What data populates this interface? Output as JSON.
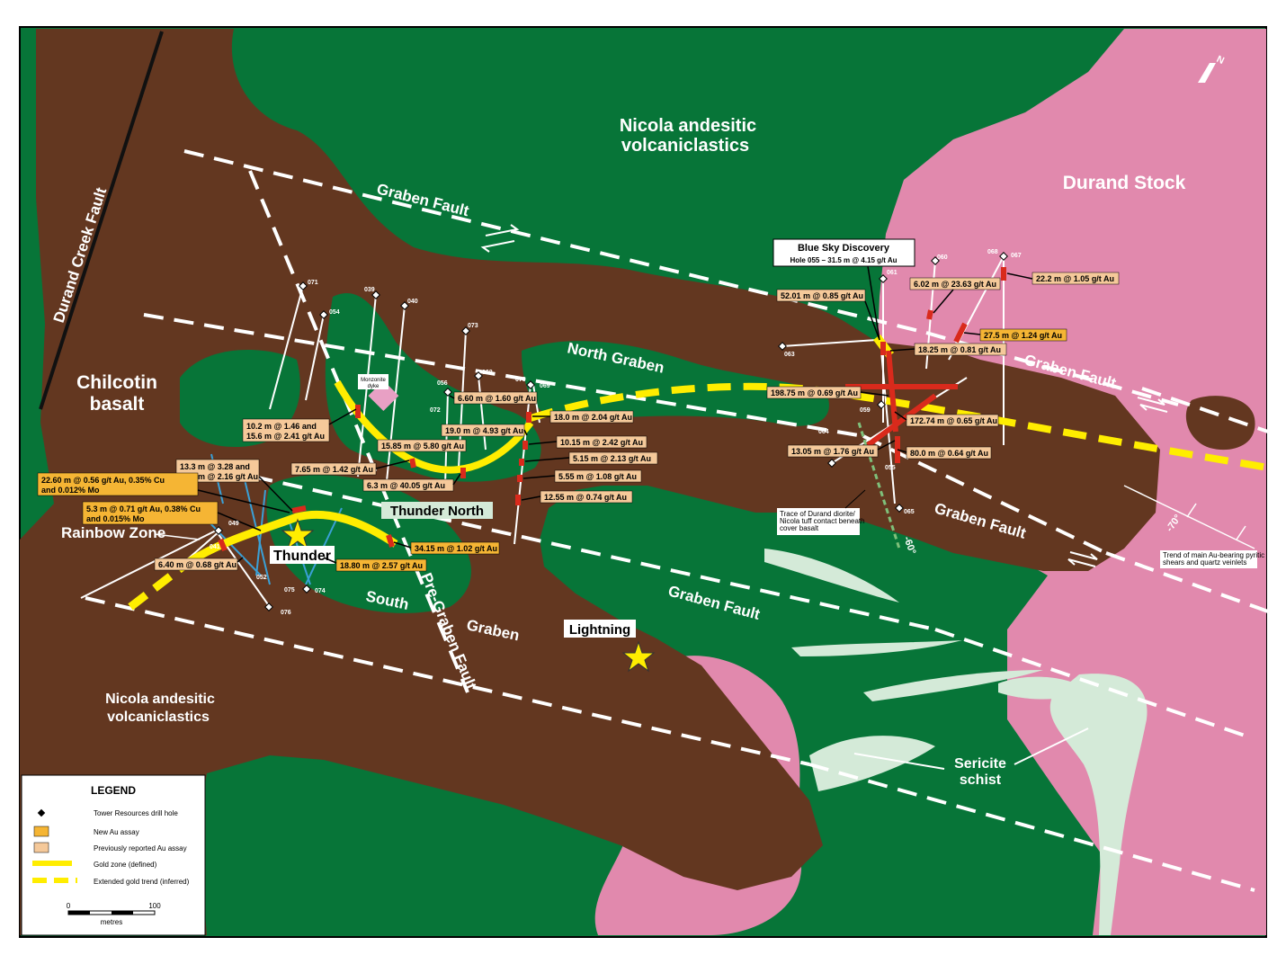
{
  "units": {
    "nicola_north": [
      "Nicola andesitic",
      "volcaniclastics"
    ],
    "nicola_south": [
      "Nicola andesitic",
      "volcaniclastics"
    ],
    "durand_stock": "Durand Stock",
    "chilcotin": [
      "Chilcotin",
      "basalt"
    ],
    "sericite": [
      "Sericite",
      "schist"
    ]
  },
  "faults": {
    "durand_creek": "Durand Creek Fault",
    "graben_1": "Graben Fault",
    "graben_2": "Graben Fault",
    "graben_3": "Graben Fault",
    "graben_4": "Graben Fault",
    "pre_graben": "Pre-Graben Fault"
  },
  "zones": {
    "north_graben": "North Graben",
    "south": "South",
    "graben": "Graben",
    "thunder": "Thunder",
    "thunder_north": "Thunder North",
    "lightning": "Lightning",
    "rainbow": "Rainbow Zone"
  },
  "discovery": {
    "title": "Blue Sky Discovery",
    "subtitle": "Hole 055 – 31.5 m @ 4.15 g/t Au"
  },
  "monzonite": [
    "Monzonite",
    "dyke"
  ],
  "assays": {
    "a1": "52.01 m @ 0.85 g/t Au",
    "a2": "6.02 m @ 23.63 g/t Au",
    "a3": "22.2 m @ 1.05 g/t Au",
    "a4": "27.5 m @ 1.24 g/t Au",
    "a5": "18.25 m @ 0.81 g/t Au",
    "a6": "198.75 m @ 0.69 g/t Au",
    "a7": "172.74 m @ 0.65 g/t Au",
    "a8": "13.05 m @ 1.76 g/t Au",
    "a9": "80.0 m @ 0.64 g/t Au",
    "b1": "6.60 m @ 1.60 g/t Au",
    "b2": "18.0 m @ 2.04 g/t Au",
    "b3": "19.0 m @ 4.93 g/t Au",
    "b4": "15.85 m @ 5.80 g/t Au",
    "b5": "10.15 m @ 2.42 g/t Au",
    "b6": "5.15 m @ 2.13 g/t Au",
    "b7": "5.55 m @ 1.08 g/t Au",
    "b8": "12.55 m @ 0.74 g/t Au",
    "b9": "7.65 m @ 1.42 g/t Au",
    "b10": "6.3 m @ 40.05 g/t Au",
    "b11a": "10.2 m @ 1.46 and",
    "b11b": "15.6 m @ 2.41 g/t Au",
    "c1a": "13.3 m @ 3.28 and",
    "c1b": "10.1 m @ 2.16 g/t Au",
    "c2a": "22.60 m @ 0.56 g/t Au, 0.35% Cu",
    "c2b": "and 0.012% Mo",
    "c3a": "5.3 m @ 0.71 g/t Au, 0.38% Cu",
    "c3b": "and 0.015% Mo",
    "c4": "6.40 m @ 0.68 g/t Au",
    "c5": "34.15 m @ 1.02 g/t Au",
    "c6": "18.80 m @ 2.57 g/t Au"
  },
  "holes": {
    "h071": "071",
    "h054": "054",
    "h039": "039",
    "h040": "040",
    "h073": "073",
    "h056": "056",
    "h072": "072",
    "h062": "062",
    "h070": "070",
    "h069": "069",
    "h060": "060",
    "h061": "061",
    "h068": "068",
    "h067": "067",
    "h063": "063",
    "h059": "059",
    "h064": "064",
    "h055": "055",
    "h065": "065",
    "h049": "049",
    "h041": "041",
    "h052": "052",
    "h075": "075",
    "h074": "074",
    "h076": "076"
  },
  "notes": {
    "trace": [
      "Trace of Durand diorite/",
      "Nicola tuff contact beneath",
      "cover basalt"
    ],
    "trend": [
      "Trend of main Au-bearing pyritic",
      "shears and quartz veinlets"
    ],
    "dip60": "-60°",
    "dip70": "-70°"
  },
  "north_arrow": "N",
  "legend": {
    "title": "LEGEND",
    "items": [
      "Tower Resources drill hole",
      "New Au assay",
      "Previously reported Au assay",
      "Gold zone (defined)",
      "Extended gold trend (inferred)"
    ],
    "scale": [
      "0",
      "100",
      "metres"
    ]
  },
  "colors": {
    "green": "#077538",
    "brown": "#633720",
    "pink": "#e189ad",
    "sericite": "#d4ead8",
    "gold": "#ffed00",
    "new_assay": "#f5b534",
    "old_assay": "#f5c99a"
  }
}
